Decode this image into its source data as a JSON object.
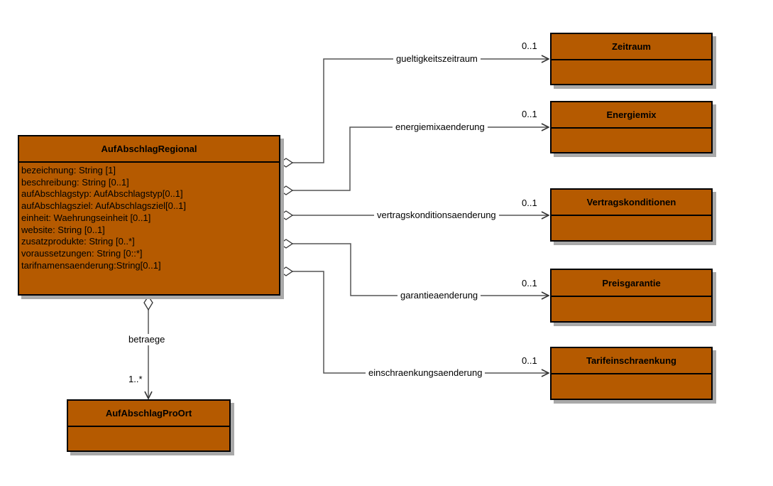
{
  "classes": {
    "main": {
      "name": "AufAbschlagRegional",
      "attributes": [
        "bezeichnung: String [1]",
        "beschreibung: String [0..1]",
        "aufAbschlagstyp: AufAbschlagstyp[0..1]",
        "aufAbschlagsziel: AufAbschlagsziel[0..1]",
        "einheit: Waehrungseinheit [0..1]",
        "website: String [0..1]",
        "zusatzprodukte: String [0..*]",
        "voraussetzungen: String [0::*]",
        "tarifnamensaenderung:String[0..1]"
      ]
    },
    "zeitraum": {
      "name": "Zeitraum"
    },
    "energiemix": {
      "name": "Energiemix"
    },
    "vertragskonditionen": {
      "name": "Vertragskonditionen"
    },
    "preisgarantie": {
      "name": "Preisgarantie"
    },
    "tarifeinschraenkung": {
      "name": "Tarifeinschraenkung"
    },
    "proort": {
      "name": "AufAbschlagProOrt"
    }
  },
  "associations": {
    "gueltigkeitszeitraum": {
      "label": "gueltigkeitszeitraum",
      "multiplicity": "0..1"
    },
    "energiemixaenderung": {
      "label": "energiemixaenderung",
      "multiplicity": "0..1"
    },
    "vertragskonditionsaenderung": {
      "label": "vertragskonditionsaenderung",
      "multiplicity": "0..1"
    },
    "garantieaenderung": {
      "label": "garantieaenderung",
      "multiplicity": "0..1"
    },
    "einschraenkungsaenderung": {
      "label": "einschraenkungsaenderung",
      "multiplicity": "0..1"
    },
    "betraege": {
      "label": "betraege",
      "multiplicity": "1..*"
    }
  },
  "colors": {
    "class_fill": "#b55a00",
    "class_border": "#000000",
    "shadow": "#a9a9a9",
    "connector": "#555555"
  }
}
